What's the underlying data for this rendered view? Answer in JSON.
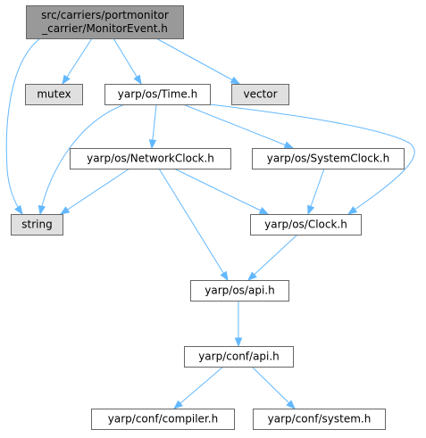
{
  "diagram": {
    "colors": {
      "edge": "#63b8ff",
      "root_fill": "#999999",
      "system_fill": "#e0e0e0",
      "node_fill": "#ffffff",
      "border": "#666666"
    },
    "nodes": [
      {
        "id": "root",
        "kind": "root",
        "lines": [
          "src/carriers/portmonitor",
          "_carrier/MonitorEvent.h"
        ]
      },
      {
        "id": "mutex",
        "kind": "system",
        "lines": [
          "mutex"
        ]
      },
      {
        "id": "time",
        "kind": "file",
        "lines": [
          "yarp/os/Time.h"
        ]
      },
      {
        "id": "vector",
        "kind": "system",
        "lines": [
          "vector"
        ]
      },
      {
        "id": "networkclock",
        "kind": "file",
        "lines": [
          "yarp/os/NetworkClock.h"
        ]
      },
      {
        "id": "systemclock",
        "kind": "file",
        "lines": [
          "yarp/os/SystemClock.h"
        ]
      },
      {
        "id": "string",
        "kind": "system",
        "lines": [
          "string"
        ]
      },
      {
        "id": "clock",
        "kind": "file",
        "lines": [
          "yarp/os/Clock.h"
        ]
      },
      {
        "id": "osapi",
        "kind": "file",
        "lines": [
          "yarp/os/api.h"
        ]
      },
      {
        "id": "confapi",
        "kind": "file",
        "lines": [
          "yarp/conf/api.h"
        ]
      },
      {
        "id": "compiler",
        "kind": "file",
        "lines": [
          "yarp/conf/compiler.h"
        ]
      },
      {
        "id": "system",
        "kind": "file",
        "lines": [
          "yarp/conf/system.h"
        ]
      }
    ],
    "edges": [
      {
        "from": "root",
        "to": "string"
      },
      {
        "from": "root",
        "to": "mutex"
      },
      {
        "from": "root",
        "to": "time"
      },
      {
        "from": "root",
        "to": "vector"
      },
      {
        "from": "time",
        "to": "string"
      },
      {
        "from": "time",
        "to": "networkclock"
      },
      {
        "from": "time",
        "to": "systemclock"
      },
      {
        "from": "time",
        "to": "clock"
      },
      {
        "from": "networkclock",
        "to": "string"
      },
      {
        "from": "networkclock",
        "to": "clock"
      },
      {
        "from": "networkclock",
        "to": "osapi"
      },
      {
        "from": "systemclock",
        "to": "clock"
      },
      {
        "from": "clock",
        "to": "osapi"
      },
      {
        "from": "osapi",
        "to": "confapi"
      },
      {
        "from": "confapi",
        "to": "compiler"
      },
      {
        "from": "confapi",
        "to": "system"
      }
    ]
  }
}
